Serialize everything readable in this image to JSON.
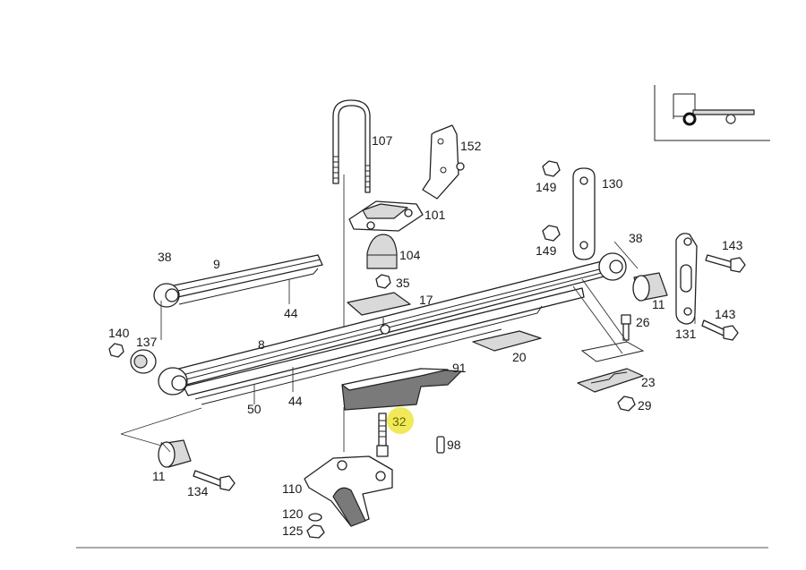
{
  "diagram": {
    "highlight_color": "#f0ea5a",
    "callouts": {
      "c107": "107",
      "c152": "152",
      "c101": "101",
      "c104": "104",
      "c35": "35",
      "c17": "17",
      "c38_left": "38",
      "c9": "9",
      "c44_left": "44",
      "c140": "140",
      "c137": "137",
      "c8": "8",
      "c44_mid": "44",
      "c50": "50",
      "c91": "91",
      "c20": "20",
      "c32": "32",
      "c98": "98",
      "c11_left": "11",
      "c134": "134",
      "c110": "110",
      "c120": "120",
      "c125": "125",
      "c149_top": "149",
      "c130": "130",
      "c149_bottom": "149",
      "c38_right": "38",
      "c11_right": "11",
      "c26": "26",
      "c23": "23",
      "c29": "29",
      "c143_top": "143",
      "c143_bottom": "143",
      "c131": "131"
    }
  }
}
